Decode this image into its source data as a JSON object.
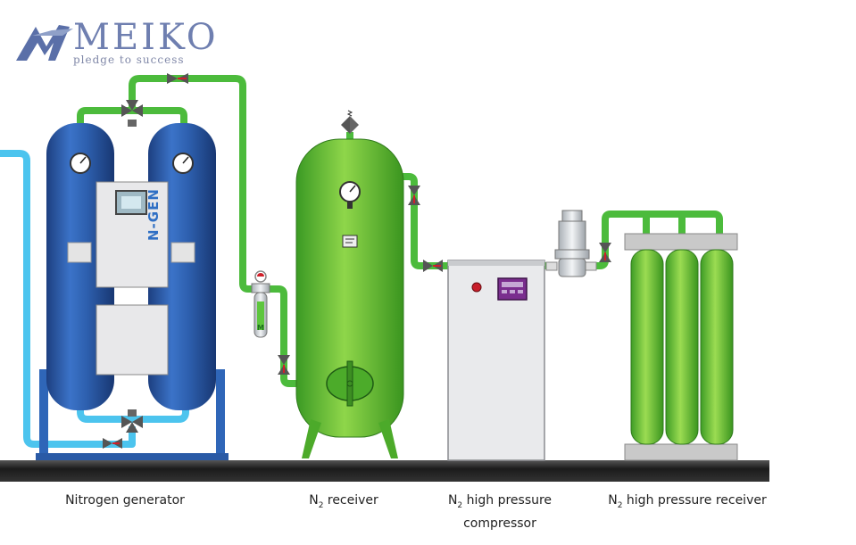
{
  "logo": {
    "brand": "MEIKO",
    "tagline": "pledge to success"
  },
  "generator": {
    "panel_label": "N-GEN",
    "filter_mark": "M"
  },
  "captions": {
    "generator": "Nitrogen generator",
    "receiver_prefix": "N",
    "receiver_sub": "2",
    "receiver_suffix": " receiver",
    "compressor_prefix": "N",
    "compressor_sub": "2",
    "compressor_line1_suffix": " high pressure",
    "compressor_line2": "compressor",
    "hp_receiver_prefix": "N",
    "hp_receiver_sub": "2",
    "hp_receiver_suffix": " high pressure receiver"
  },
  "colors": {
    "pipe_green": "#4cbb3c",
    "pipe_blue": "#4cc4ee",
    "tower_blue": "#2e5fae",
    "tank_green": "#6cc33a",
    "valve_red": "#d0202a",
    "compressor_display": "#7a2e8e"
  },
  "icons": [
    "meiko-logo-icon",
    "pressure-gauge-icon",
    "valve-icon",
    "safety-valve-icon",
    "control-screen-icon"
  ]
}
